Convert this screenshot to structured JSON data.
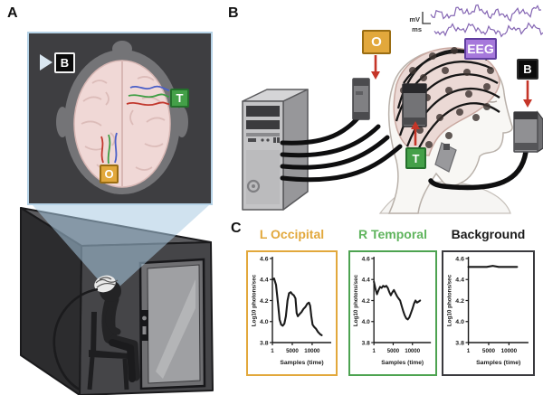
{
  "panel_a": {
    "letter": "A",
    "labels": {
      "background": "B",
      "temporal": "T",
      "occipital": "O"
    }
  },
  "panel_b": {
    "letter": "B",
    "labels": {
      "occipital": "O",
      "temporal": "T",
      "background": "B",
      "eeg": "EEG"
    },
    "eeg_scale": {
      "amplitude": "mV",
      "time": "ms"
    }
  },
  "panel_c": {
    "letter": "C"
  },
  "colors": {
    "occipital_accent": "#E2A83C",
    "temporal_accent": "#44A048",
    "background_accent": "#1A1A1A",
    "eeg_box": "#A678DB",
    "eeg_trace": "#8465B3",
    "arrow_red": "#C53528",
    "beam_blue": "#A9CBE2"
  },
  "chart_data": [
    {
      "type": "line",
      "title": "L Occipital",
      "title_color": "#E2A83C",
      "border_color": "#E2A83C",
      "xlabel": "Samples (time)",
      "ylabel": "Log10 photons/sec",
      "xlim": [
        0,
        14800
      ],
      "ylim": [
        3.8,
        4.6
      ],
      "xticks": [
        1,
        5000,
        10000
      ],
      "yticks": [
        3.8,
        4.0,
        4.2,
        4.4,
        4.6
      ],
      "line_color": "#1A1A1A",
      "x": [
        1,
        400,
        900,
        1400,
        1800,
        2200,
        2600,
        3000,
        3400,
        3800,
        4200,
        4600,
        5000,
        5400,
        5800,
        6100,
        6400,
        6800,
        7300,
        7800,
        8300,
        8800,
        9200,
        9500,
        9800,
        10100,
        10500,
        11000,
        11500,
        12000,
        12400
      ],
      "y": [
        4.4,
        4.41,
        4.35,
        4.18,
        4.02,
        3.97,
        3.96,
        3.98,
        4.05,
        4.2,
        4.27,
        4.28,
        4.26,
        4.25,
        4.22,
        4.08,
        4.05,
        4.07,
        4.09,
        4.12,
        4.14,
        4.17,
        4.18,
        4.15,
        4.05,
        3.97,
        3.95,
        3.93,
        3.9,
        3.88,
        3.87
      ]
    },
    {
      "type": "line",
      "title": "R Temporal",
      "title_color": "#5FB45D",
      "border_color": "#4DA351",
      "xlabel": "Samples (time)",
      "ylabel": "Log10 photons/sec",
      "xlim": [
        0,
        14800
      ],
      "ylim": [
        3.8,
        4.6
      ],
      "xticks": [
        1,
        5000,
        10000
      ],
      "yticks": [
        3.8,
        4.0,
        4.2,
        4.4,
        4.6
      ],
      "line_color": "#1A1A1A",
      "x": [
        1,
        400,
        800,
        1200,
        1600,
        2000,
        2400,
        2800,
        3200,
        3600,
        4000,
        4400,
        4800,
        5200,
        5600,
        6000,
        6400,
        6800,
        7200,
        7600,
        8000,
        8400,
        8800,
        9200,
        9600,
        10000,
        10400,
        10800,
        11200,
        11600,
        12000
      ],
      "y": [
        4.38,
        4.31,
        4.26,
        4.3,
        4.33,
        4.32,
        4.34,
        4.33,
        4.34,
        4.32,
        4.28,
        4.25,
        4.28,
        4.3,
        4.27,
        4.24,
        4.22,
        4.2,
        4.15,
        4.1,
        4.06,
        4.03,
        4.02,
        4.04,
        4.08,
        4.12,
        4.17,
        4.2,
        4.18,
        4.19,
        4.2
      ]
    },
    {
      "type": "line",
      "title": "Background",
      "title_color": "#1A1A1A",
      "border_color": "#3A3A3E",
      "xlabel": "Samples (time)",
      "ylabel": "Log10 photons/sec",
      "xlim": [
        0,
        14800
      ],
      "ylim": [
        3.8,
        4.6
      ],
      "xticks": [
        1,
        5000,
        10000
      ],
      "yticks": [
        3.8,
        4.0,
        4.2,
        4.4,
        4.6
      ],
      "line_color": "#1A1A1A",
      "x": [
        1,
        1500,
        3000,
        4500,
        6000,
        7500,
        9000,
        10500,
        12000
      ],
      "y": [
        4.52,
        4.52,
        4.52,
        4.52,
        4.53,
        4.52,
        4.52,
        4.52,
        4.52
      ]
    }
  ]
}
